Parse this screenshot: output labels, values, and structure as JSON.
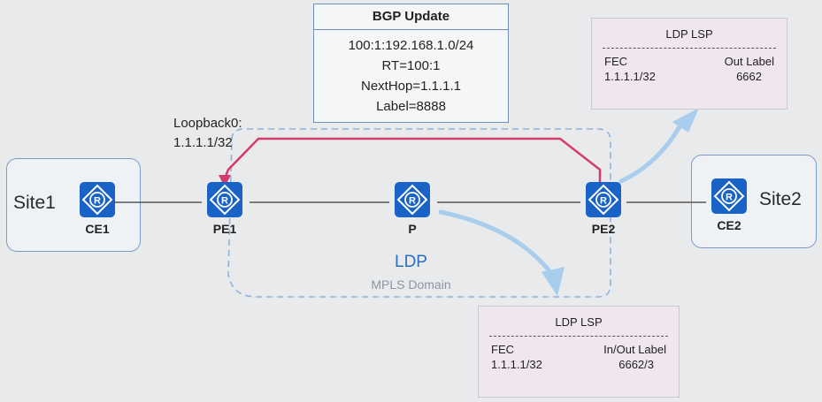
{
  "bgp_update": {
    "title": "BGP Update",
    "lines": [
      "100:1:192.168.1.0/24",
      "RT=100:1",
      "NextHop=1.1.1.1",
      "Label=8888"
    ]
  },
  "loopback": {
    "name": "Loopback0:",
    "address": "1.1.1.1/32"
  },
  "sites": {
    "site1": "Site1",
    "site2": "Site2"
  },
  "routers": {
    "ce1": "CE1",
    "pe1": "PE1",
    "p": "P",
    "pe2": "PE2",
    "ce2": "CE2"
  },
  "domain": {
    "protocol": "LDP",
    "name": "MPLS Domain"
  },
  "ldp_lsp_pe2": {
    "title": "LDP LSP",
    "col1_header": "FEC",
    "col2_header": "Out Label",
    "col1_value": "1.1.1.1/32",
    "col2_value": "6662"
  },
  "ldp_lsp_p": {
    "title": "LDP LSP",
    "col1_header": "FEC",
    "col2_header": "In/Out Label",
    "col1_value": "1.1.1.1/32",
    "col2_value": "6662/3"
  },
  "colors": {
    "router": "#1a63c6",
    "bgp_path": "#d43b6c",
    "domain_border": "#8db4dc",
    "callout_arrow": "#a9cdec"
  }
}
